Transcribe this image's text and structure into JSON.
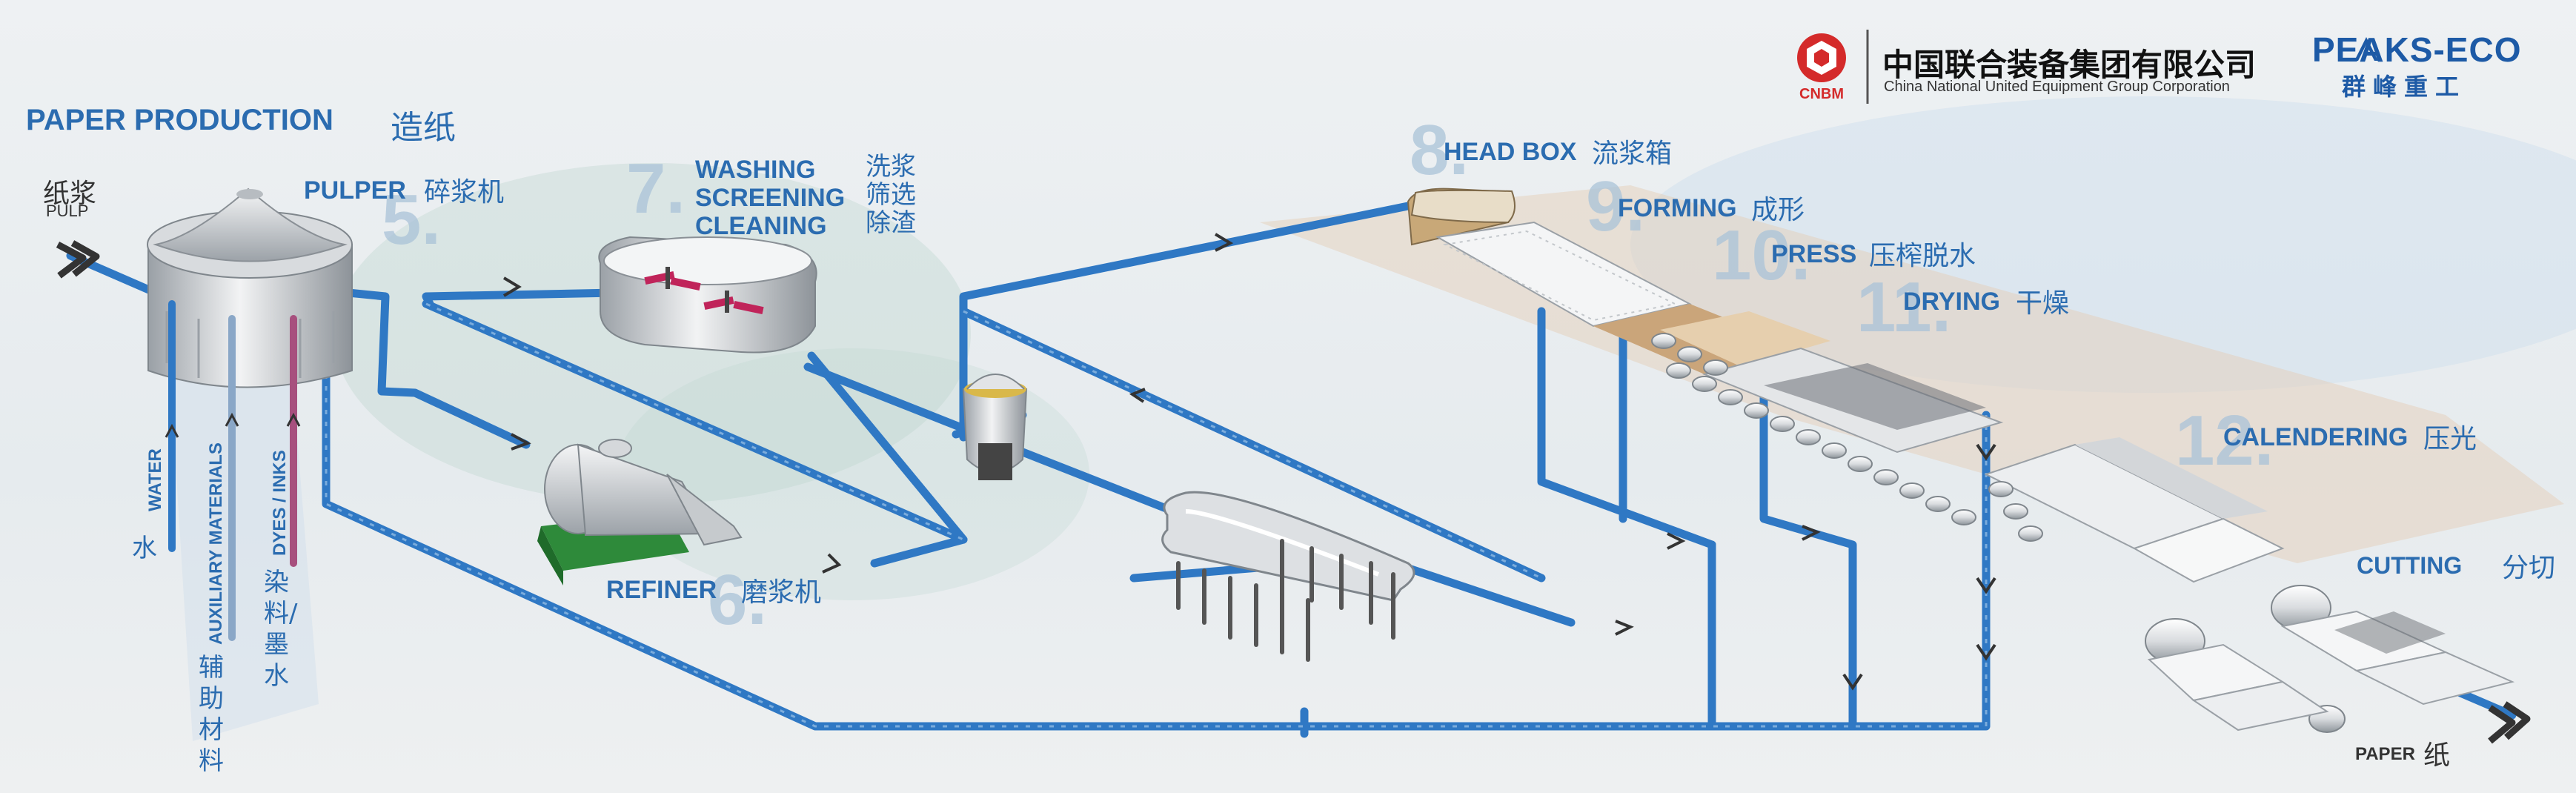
{
  "title": {
    "en": "PAPER PRODUCTION",
    "zh": "造纸"
  },
  "header": {
    "cnbm_abbr": "CNBM",
    "cnbm_name_zh": "中国联合装备集团有限公司",
    "cnbm_name_en": "China National United Equipment Group Corporation",
    "peaks_name": "PEAKS-ECO",
    "peaks_zh": "群峰重工"
  },
  "inputs": {
    "pulp": {
      "zh": "纸浆",
      "en": "PULP"
    },
    "water": {
      "en": "WATER",
      "zh": "水"
    },
    "auxiliary": {
      "en": "AUXILIARY MATERIALS",
      "zh": "辅助材料"
    },
    "dyes": {
      "en": "DYES / INKS",
      "zh": "染料/墨水"
    }
  },
  "stages": [
    {
      "num": "5.",
      "en": "PULPER",
      "zh": "碎浆机"
    },
    {
      "num": "6.",
      "en": "REFINER",
      "zh": "磨浆机"
    },
    {
      "num": "7.",
      "en": "WASHING\nSCREENING\nCLEANING",
      "zh": "洗浆\n筛选\n除渣"
    },
    {
      "num": "8.",
      "en": "HEAD BOX",
      "zh": "流浆箱"
    },
    {
      "num": "9.",
      "en": "FORMING",
      "zh": "成形"
    },
    {
      "num": "10.",
      "en": "PRESS",
      "zh": "压榨脱水"
    },
    {
      "num": "11.",
      "en": "DRYING",
      "zh": "干燥"
    },
    {
      "num": "12.",
      "en": "CALENDERING",
      "zh": "压光"
    },
    {
      "num": "",
      "en": "CUTTING",
      "zh": "分切"
    }
  ],
  "output": {
    "en": "PAPER",
    "zh": "纸"
  },
  "colors": {
    "pipe": "#2f78c4",
    "label": "#2b6cb0",
    "number": "#aac3d8",
    "cnbm_red": "#d42a2a",
    "refiner_base": "#2e8a3a"
  }
}
